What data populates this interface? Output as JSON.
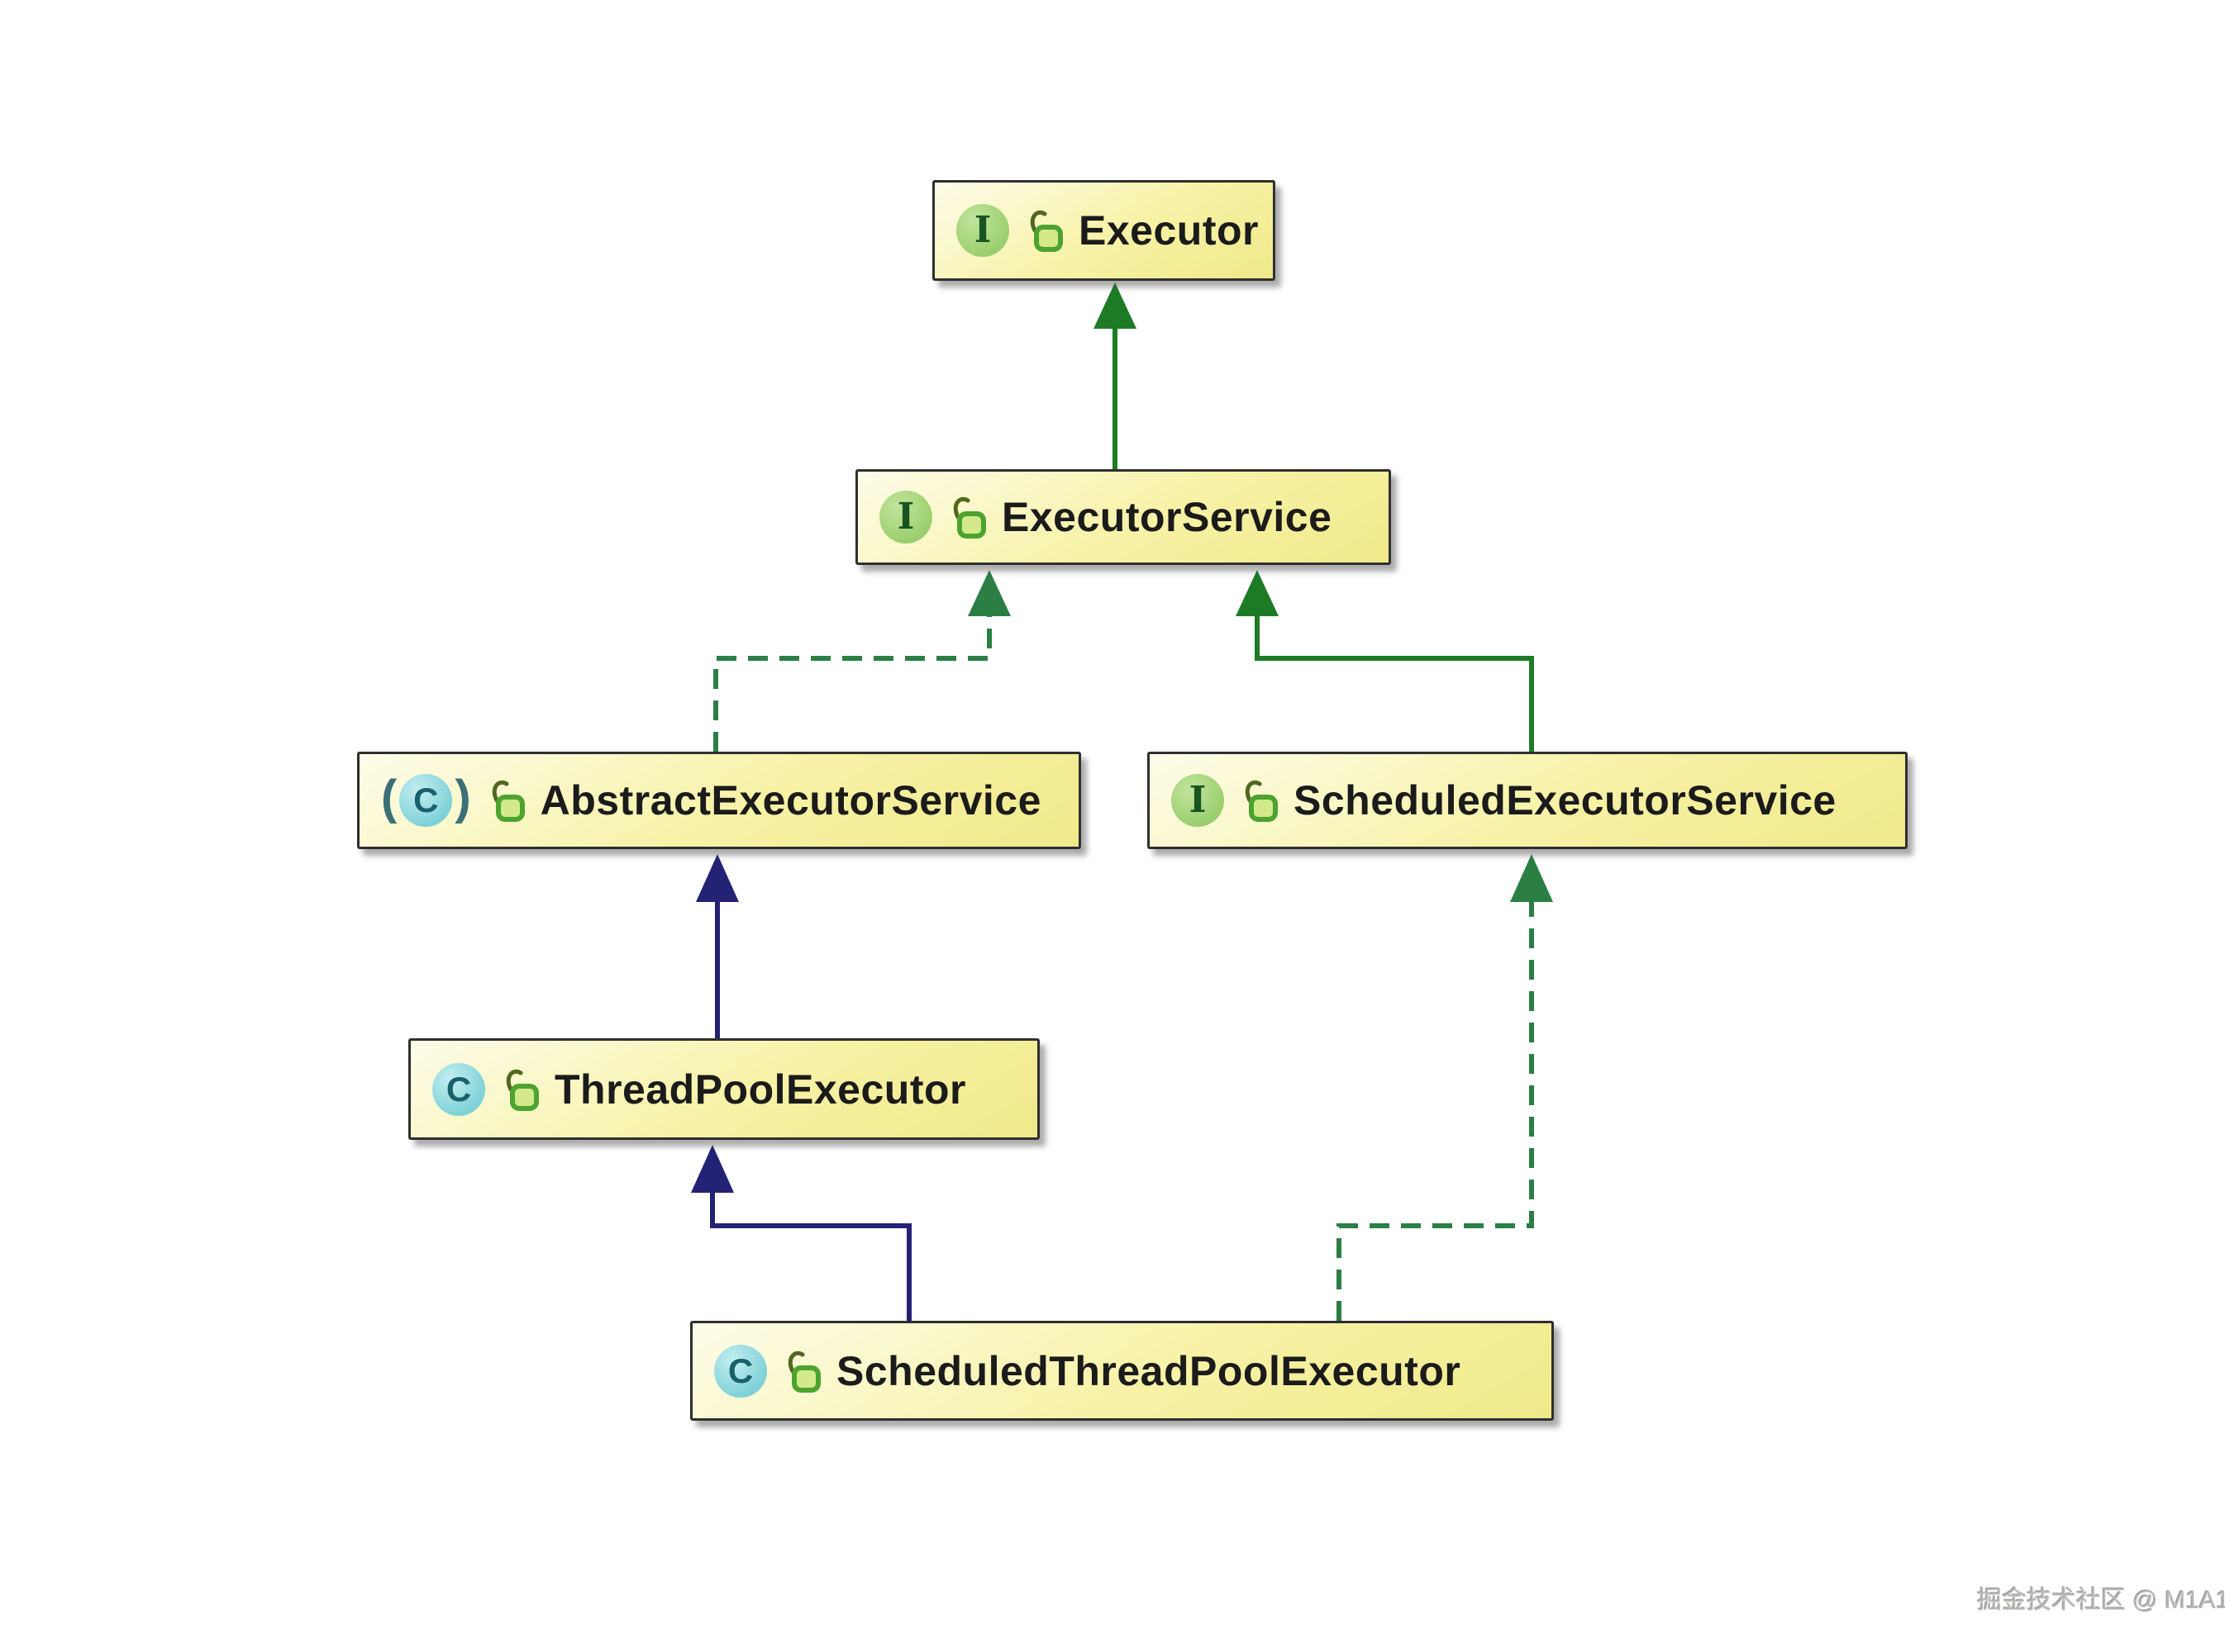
{
  "theme": {
    "canvas-bg": "#ffffff",
    "node-border": "#2f2f2f",
    "node-fill-light": "#fdfce9",
    "node-fill-mid": "#f7f2a6",
    "node-fill-deep": "#efe98a",
    "node-text": "#1b1b1b",
    "edge-green": "#1d7b26",
    "edge-green-dashed": "#2b7f45",
    "edge-navy": "#242275",
    "iface-bg": "#9bce6d",
    "iface-bg-hi": "#c1e49d",
    "iface-fg": "#175420",
    "cls-bg": "#7ed1d8",
    "cls-bg-hi": "#c3eef1",
    "cls-fg": "#19606b",
    "lock-shackle": "#51681f",
    "lock-body-stroke": "#4da32f",
    "lock-body-fill": "#d3e98b",
    "watermark-color": "#b9b7b4"
  },
  "diagram": {
    "icon_letters": {
      "interface": "I",
      "class": "C",
      "paren_open": "(",
      "paren_close": ")"
    },
    "nodes": [
      {
        "id": "executor",
        "label": "Executor",
        "kind": "interface",
        "visibility": "public"
      },
      {
        "id": "executor-service",
        "label": "ExecutorService",
        "kind": "interface",
        "visibility": "public"
      },
      {
        "id": "abstract-executor-service",
        "label": "AbstractExecutorService",
        "kind": "abstract-class",
        "visibility": "public"
      },
      {
        "id": "scheduled-executor-service",
        "label": "ScheduledExecutorService",
        "kind": "interface",
        "visibility": "public"
      },
      {
        "id": "thread-pool-executor",
        "label": "ThreadPoolExecutor",
        "kind": "class",
        "visibility": "public"
      },
      {
        "id": "scheduled-thread-pool-executor",
        "label": "ScheduledThreadPoolExecutor",
        "kind": "class",
        "visibility": "public"
      }
    ],
    "edges": [
      {
        "from": "ExecutorService",
        "to": "Executor",
        "relation": "extends",
        "line": "solid",
        "color": "green"
      },
      {
        "from": "AbstractExecutorService",
        "to": "ExecutorService",
        "relation": "implements",
        "line": "dashed",
        "color": "green"
      },
      {
        "from": "ScheduledExecutorService",
        "to": "ExecutorService",
        "relation": "extends",
        "line": "solid",
        "color": "green"
      },
      {
        "from": "ThreadPoolExecutor",
        "to": "AbstractExecutorService",
        "relation": "extends",
        "line": "solid",
        "color": "navy"
      },
      {
        "from": "ScheduledThreadPoolExecutor",
        "to": "ThreadPoolExecutor",
        "relation": "extends",
        "line": "solid",
        "color": "navy"
      },
      {
        "from": "ScheduledThreadPoolExecutor",
        "to": "ScheduledExecutorService",
        "relation": "implements",
        "line": "dashed",
        "color": "green"
      }
    ]
  },
  "watermark": {
    "text": "掘金技术社区 @ M1A1"
  }
}
